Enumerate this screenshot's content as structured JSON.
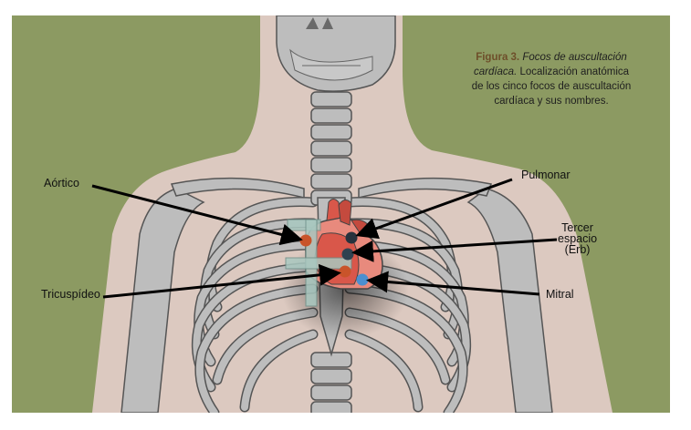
{
  "caption": {
    "figure_label": "Figura 3.",
    "title_italic_line1": "Focos de auscultación",
    "title_italic_line2": "cardíaca.",
    "text_line2_rest": "Localización anatómica",
    "text_line3": "de los cinco focos de auscultación",
    "text_line4": "cardíaca y sus nombres."
  },
  "labels": {
    "aortico": "Aórtico",
    "pulmonar": "Pulmonar",
    "erb_line1": "Tercer",
    "erb_line2": "espacio",
    "erb_line3": "(Erb)",
    "tricuspideo": "Tricuspídeo",
    "mitral": "Mitral"
  },
  "colors": {
    "background": "#8c9a62",
    "body_silhouette": "#dcc9c0",
    "bone": "#bdbdbd",
    "heart": "#d9574a",
    "aortic_focus": "#c9542a",
    "pulmonary_focus": "#26323d",
    "erb_focus": "#2f4250",
    "tricuspid_focus": "#c9542a",
    "mitral_focus": "#4b8fd0"
  }
}
